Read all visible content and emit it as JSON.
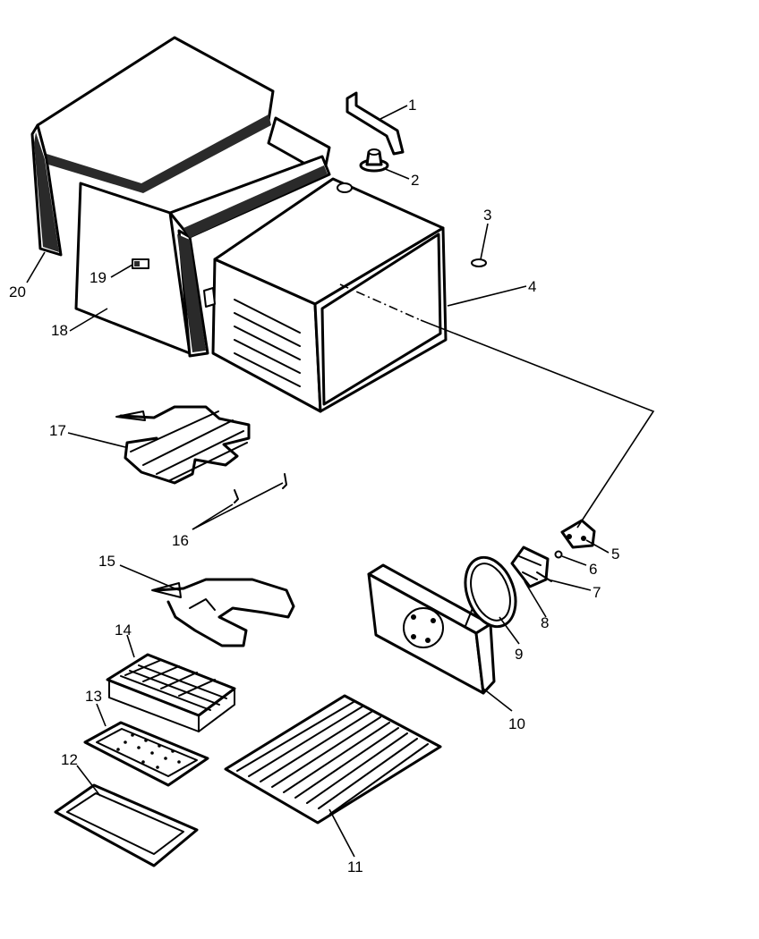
{
  "diagram": {
    "kind": "exploded-parts-view",
    "line_color": "#000000",
    "background": "#ffffff",
    "callouts": [
      {
        "id": "1",
        "label": "1"
      },
      {
        "id": "2",
        "label": "2"
      },
      {
        "id": "3",
        "label": "3"
      },
      {
        "id": "4",
        "label": "4"
      },
      {
        "id": "5",
        "label": "5"
      },
      {
        "id": "6",
        "label": "6"
      },
      {
        "id": "7",
        "label": "7"
      },
      {
        "id": "8",
        "label": "8"
      },
      {
        "id": "9",
        "label": "9"
      },
      {
        "id": "10",
        "label": "10"
      },
      {
        "id": "11",
        "label": "11"
      },
      {
        "id": "12",
        "label": "12"
      },
      {
        "id": "13",
        "label": "13"
      },
      {
        "id": "14",
        "label": "14"
      },
      {
        "id": "15",
        "label": "15"
      },
      {
        "id": "16",
        "label": "16"
      },
      {
        "id": "17",
        "label": "17"
      },
      {
        "id": "18",
        "label": "18"
      },
      {
        "id": "19",
        "label": "19"
      },
      {
        "id": "20",
        "label": "20"
      }
    ]
  }
}
